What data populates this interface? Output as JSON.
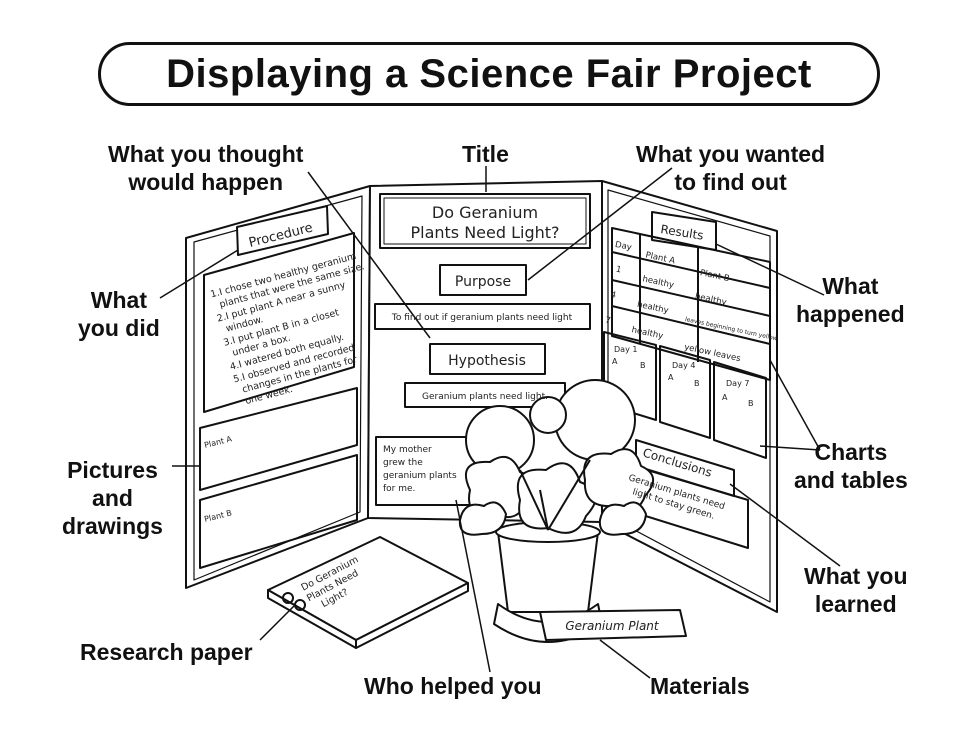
{
  "title": "Displaying a Science Fair Project",
  "labels": {
    "what_you_thought_1": "What you thought",
    "what_you_thought_2": "would happen",
    "title_label": "Title",
    "what_you_wanted_1": "What you wanted",
    "what_you_wanted_2": "to find out",
    "what_you_did_1": "What",
    "what_you_did_2": "you did",
    "what_happened_1": "What",
    "what_happened_2": "happened",
    "pictures_1": "Pictures",
    "pictures_2": "and",
    "pictures_3": "drawings",
    "charts_1": "Charts",
    "charts_2": "and tables",
    "what_you_learned_1": "What you",
    "what_you_learned_2": "learned",
    "research_paper": "Research paper",
    "who_helped": "Who helped you",
    "materials": "Materials"
  },
  "board": {
    "procedure_header": "Procedure",
    "procedure_steps": [
      "1.I chose two healthy geranium",
      "plants that were the same size.",
      "2.I put plant A near a sunny",
      "window.",
      "3.I put plant B in a closet",
      "under a box.",
      "4.I watered both equally.",
      "5.I observed and recorded",
      "changes in the plants for",
      "one week."
    ],
    "plant_a_label": "Plant A",
    "plant_b_label": "Plant B",
    "board_title_1": "Do Geranium",
    "board_title_2": "Plants Need Light?",
    "purpose_header": "Purpose",
    "purpose_text": "To find out if geranium plants need light",
    "hypothesis_header": "Hypothesis",
    "hypothesis_text": "Geranium plants need light.",
    "helper_lines": [
      "My mother",
      "grew the",
      "geranium plants",
      "for me."
    ],
    "results_header": "Results",
    "results_table": {
      "headers": [
        "Day",
        "Plant A",
        "Plant B"
      ],
      "rows": [
        [
          "1",
          "healthy",
          "healthy"
        ],
        [
          "4",
          "healthy",
          "leaves beginning to turn yellow"
        ],
        [
          "7",
          "healthy",
          "yellow leaves"
        ]
      ]
    },
    "mini_charts": [
      {
        "day": "Day 1",
        "a": "A",
        "b": "B"
      },
      {
        "day": "Day 4",
        "a": "A",
        "b": "B"
      },
      {
        "day": "Day 7",
        "a": "A",
        "b": "B"
      }
    ],
    "conclusions_header": "Conclusions",
    "conclusions_lines": [
      "Geranium plants need",
      "light to stay green."
    ],
    "paper_lines": [
      "Do Geranium",
      "Plants Need",
      "Light?"
    ],
    "plant_tag": "Geranium Plant"
  }
}
